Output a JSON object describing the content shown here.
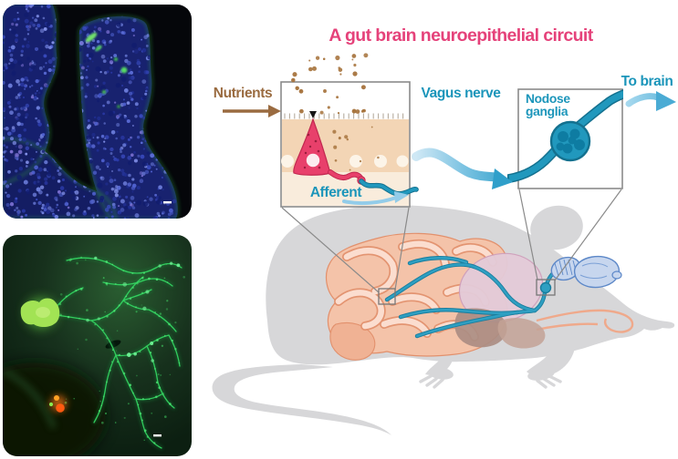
{
  "figure_title": {
    "text": "A gut brain neuroepithelial circuit",
    "color": "#e5427a"
  },
  "diagram": {
    "labels": {
      "nutrients": "Nutrients",
      "vagus_nerve": "Vagus nerve",
      "nodose_line1": "Nodose",
      "nodose_line2": "ganglia",
      "to_brain": "To brain",
      "afferent": "Afferent"
    },
    "colors": {
      "title_pink": "#e5427a",
      "label_brown": "#9a6b40",
      "label_teal": "#1b95ba",
      "nerve_teal": "#2198bd",
      "mouse_gray": "#d7d7d9",
      "intestine_peach": "#f4c3a9",
      "stomach_mauve": "#e4cbd8",
      "brain_blue": "#c7d6ee",
      "cell_pink": "#e8406b",
      "epithelium": "#f3d5b5"
    }
  }
}
